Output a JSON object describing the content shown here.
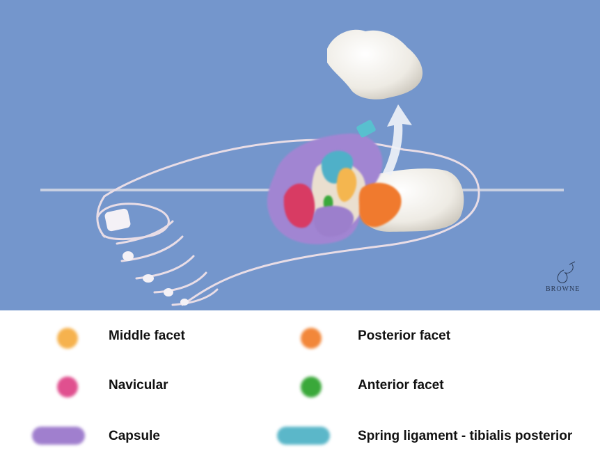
{
  "signature": "BROWNE",
  "legend": {
    "items": [
      {
        "label": "Middle facet",
        "color": "#f6b24e",
        "shape": "dot"
      },
      {
        "label": "Posterior facet",
        "color": "#f2873a",
        "shape": "dot"
      },
      {
        "label": "Navicular",
        "color": "#e0508f",
        "shape": "dot"
      },
      {
        "label": "Anterior facet",
        "color": "#3aa83a",
        "shape": "dot"
      },
      {
        "label": "Capsule",
        "color": "#a07fce",
        "shape": "pill"
      },
      {
        "label": "Spring ligament - tibialis posterior",
        "color": "#5bb7c9",
        "shape": "pill"
      }
    ]
  },
  "colors": {
    "background": "#7496cc",
    "outline": "#e9dde6",
    "bone": "#f3f1ec"
  },
  "icons": [
    "curved-arrow-icon",
    "signature-logo"
  ]
}
